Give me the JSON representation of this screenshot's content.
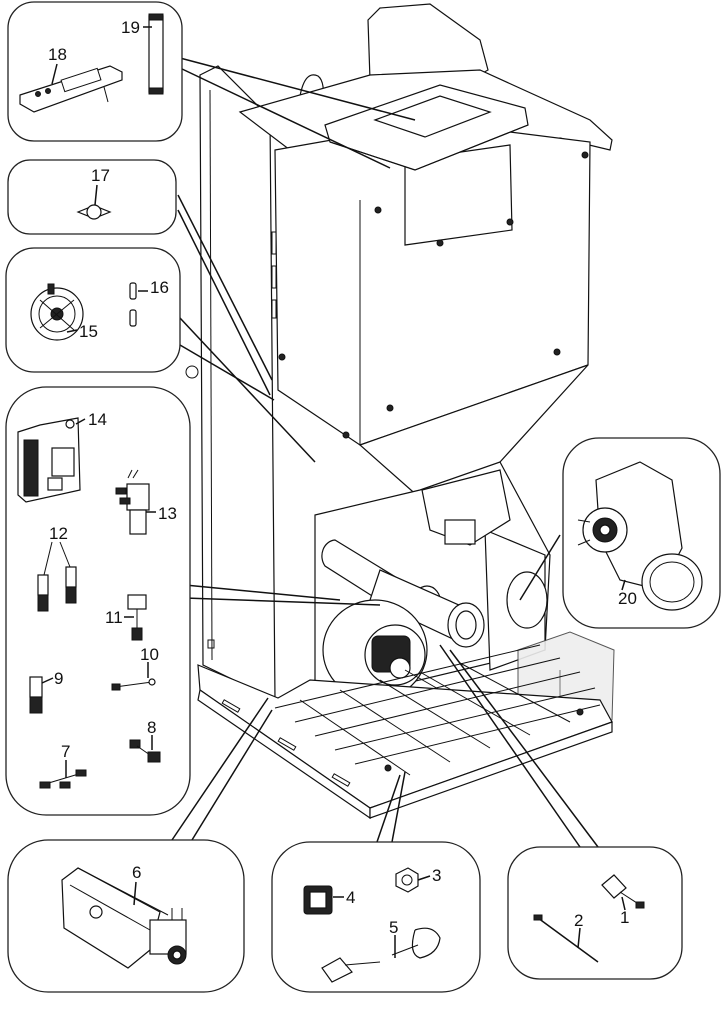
{
  "diagram": {
    "part_labels": {
      "p1": "1",
      "p2": "2",
      "p3": "3",
      "p4": "4",
      "p5": "5",
      "p6": "6",
      "p7": "7",
      "p8": "8",
      "p9": "9",
      "p10": "10",
      "p11": "11",
      "p12": "12",
      "p13": "13",
      "p14": "14",
      "p15": "15",
      "p16": "16",
      "p17": "17",
      "p18": "18",
      "p19": "19",
      "p20": "20"
    }
  }
}
